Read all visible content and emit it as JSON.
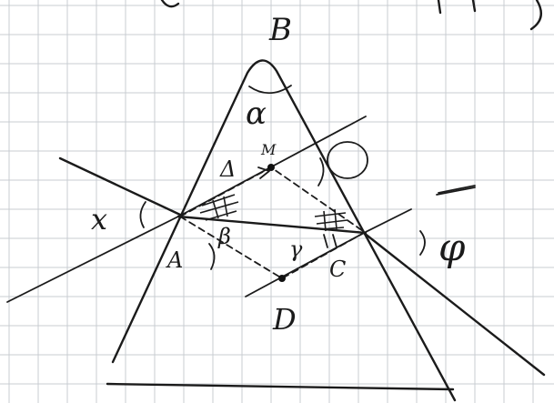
{
  "figure": {
    "vertex_top": "B",
    "vertex_left": "A",
    "vertex_right": "C",
    "point_mid": "M",
    "point_bottom": "D",
    "apex_angle": "α",
    "incidence_angle": "x",
    "refraction_angle_left": "β",
    "refraction_angle_right": "γ",
    "deviation_angle": "φ",
    "label_delta": "Δ",
    "ink_color": "#1b1b1b",
    "grid_color": "#c8ccd2"
  }
}
